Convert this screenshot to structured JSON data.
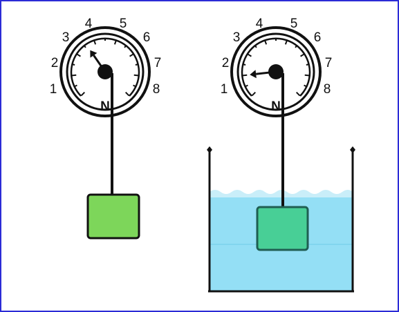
{
  "scene": {
    "colors": {
      "frame": "#2b2bd6",
      "ink": "#111111",
      "block_in_air": "#7dd65a",
      "block_in_water": "#48cf96",
      "block_in_water_border": "#1f5e52",
      "water": "#94dff5",
      "water_surface": "#c9eef9",
      "beaker": "#111111"
    },
    "scale_markings": [
      "1",
      "2",
      "3",
      "4",
      "5",
      "6",
      "7",
      "8"
    ],
    "unit_label": "N",
    "gauges": [
      {
        "name": "left-gauge",
        "pointer_reading": 3.6
      },
      {
        "name": "right-gauge",
        "pointer_reading": 2.0
      }
    ]
  }
}
